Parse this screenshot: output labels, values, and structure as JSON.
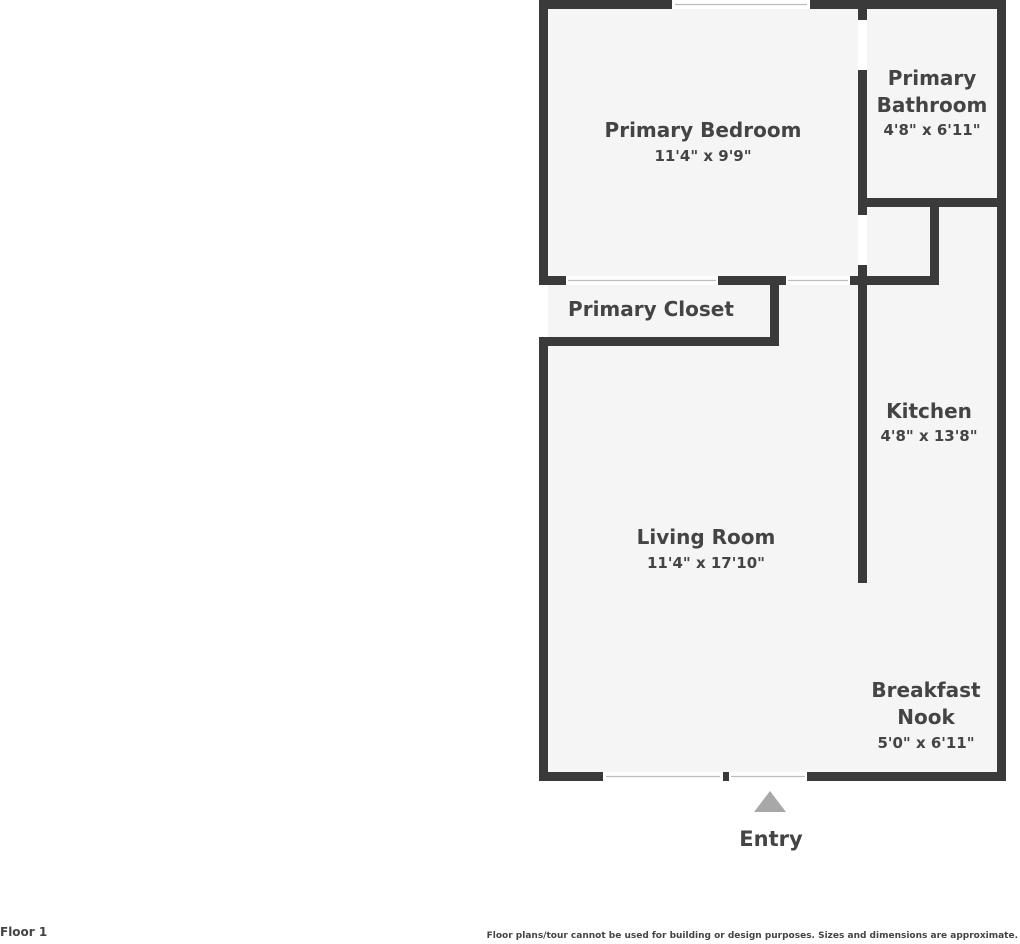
{
  "floor_label": "Floor 1",
  "disclaimer": "Floor plans/tour cannot be used for building or design purposes. Sizes and dimensions are approximate.",
  "entry_label": "Entry",
  "rooms": {
    "primary_bedroom": {
      "name": "Primary Bedroom",
      "dims": "11'4\" x 9'9\""
    },
    "primary_bathroom": {
      "name_line1": "Primary",
      "name_line2": "Bathroom",
      "dims": "4'8\" x 6'11\""
    },
    "primary_closet": {
      "name": "Primary Closet"
    },
    "kitchen": {
      "name": "Kitchen",
      "dims": "4'8\" x 13'8\""
    },
    "living_room": {
      "name": "Living Room",
      "dims": "11'4\" x 17'10\""
    },
    "breakfast_nook": {
      "name_line1": "Breakfast",
      "name_line2": "Nook",
      "dims": "5'0\" x 6'11\""
    }
  },
  "colors": {
    "wall": "#3a3a3a",
    "floor": "#f5f5f5",
    "text": "#444444",
    "entry_arrow": "#a8a8a8"
  }
}
